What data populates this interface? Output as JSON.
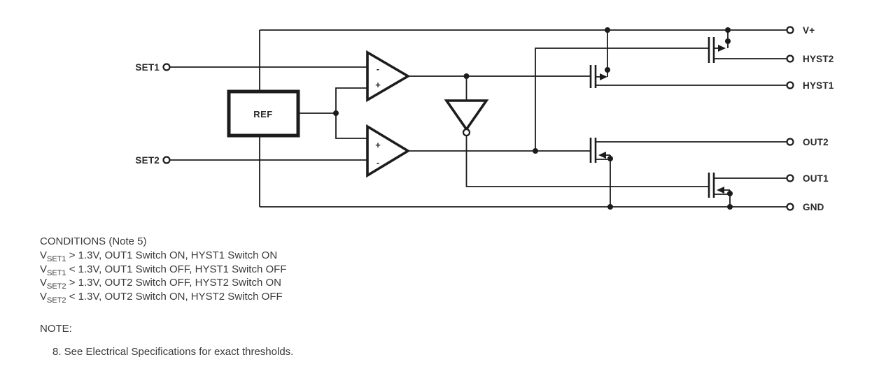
{
  "diagram": {
    "ref_label": "REF",
    "left_pins": [
      {
        "label": "SET1"
      },
      {
        "label": "SET2"
      }
    ],
    "right_pins": [
      {
        "label": "V+"
      },
      {
        "label": "HYST2"
      },
      {
        "label": "HYST1"
      },
      {
        "label": "OUT2"
      },
      {
        "label": "OUT1"
      },
      {
        "label": "GND"
      }
    ],
    "comparator1": {
      "top_sign": "-",
      "bottom_sign": "+"
    },
    "comparator2": {
      "top_sign": "+",
      "bottom_sign": "-"
    },
    "colors": {
      "line": "#1c1c1c",
      "text": "#2e2e2e",
      "background": "#ffffff"
    }
  },
  "conditions": {
    "title": "CONDITIONS (Note 5)",
    "rows": [
      {
        "var": "V",
        "sub": "SET1",
        "rest": " > 1.3V, OUT1 Switch ON, HYST1 Switch ON"
      },
      {
        "var": "V",
        "sub": "SET1",
        "rest": " < 1.3V, OUT1 Switch OFF, HYST1 Switch OFF"
      },
      {
        "var": "V",
        "sub": "SET2",
        "rest": " > 1.3V, OUT2 Switch OFF, HYST2 Switch ON"
      },
      {
        "var": "V",
        "sub": "SET2",
        "rest": " < 1.3V, OUT2 Switch ON, HYST2 Switch OFF"
      }
    ]
  },
  "note": {
    "heading": "NOTE:",
    "items": [
      "8.  See Electrical Specifications for exact thresholds."
    ]
  }
}
